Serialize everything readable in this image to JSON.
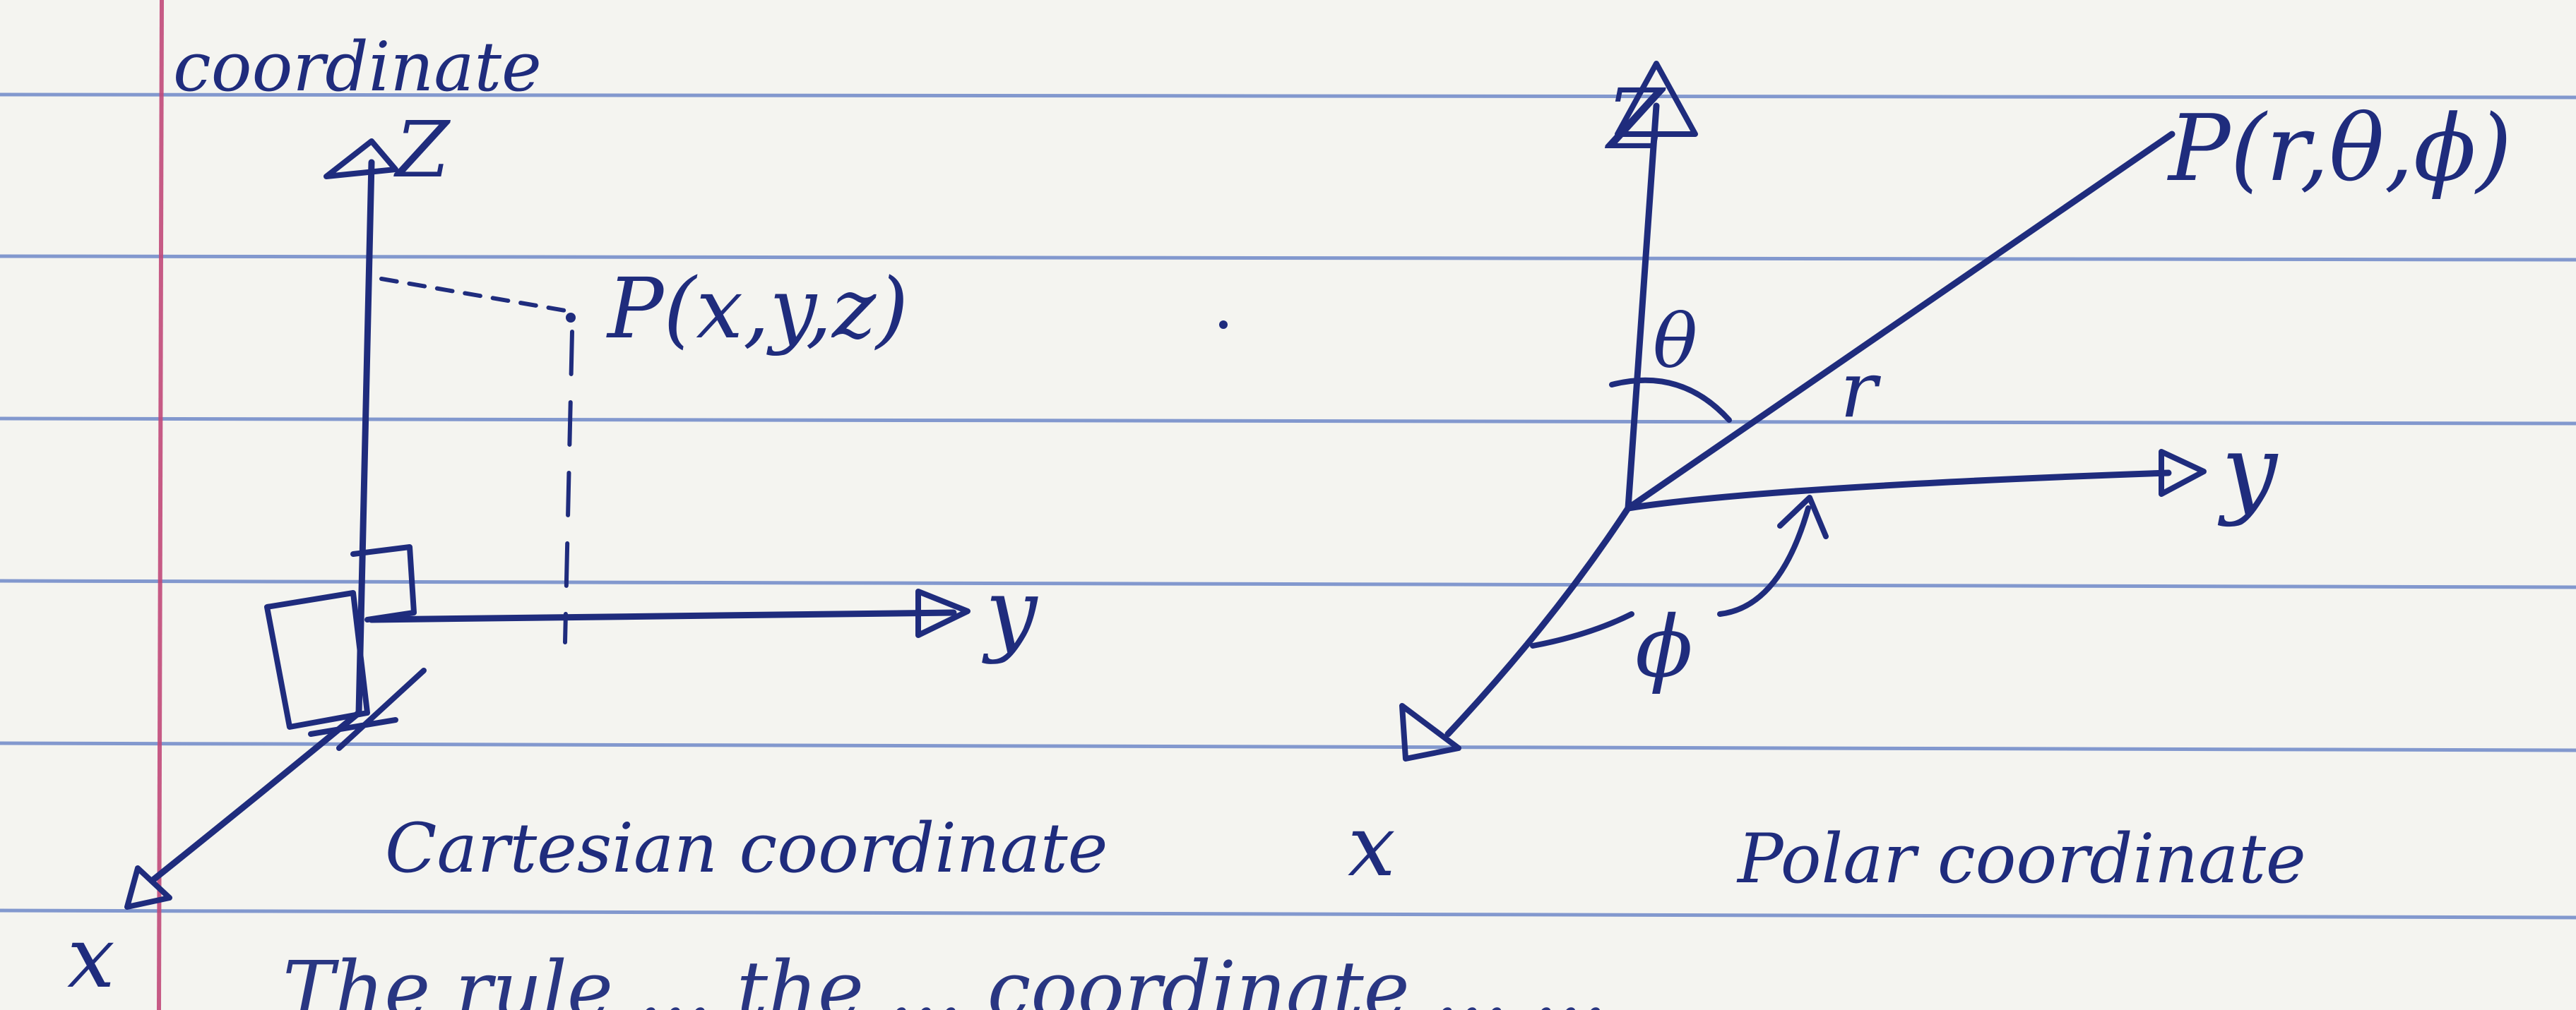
{
  "left_diagram": {
    "heading": "coordinate",
    "z_label": "Z",
    "y_label": "y",
    "x_label": "x",
    "point_label": "P(x,y,z)",
    "caption": "Cartesian coordinate"
  },
  "right_diagram": {
    "z_label": "Z",
    "y_label": "y",
    "x_label": "x",
    "point_label": "P(r,θ,ϕ)",
    "theta_label": "θ",
    "phi_label": "ϕ",
    "r_label": "r",
    "caption": "Polar coordinate"
  },
  "footer_line": {
    "margin_letter": "x",
    "text": "The rule ... the ... coordinate ... ..."
  },
  "colors": {
    "paper": "#f4f4f0",
    "ink": "#1f2c7d",
    "ruled_line": "#6f89c9",
    "margin_line": "#c24a7a"
  }
}
